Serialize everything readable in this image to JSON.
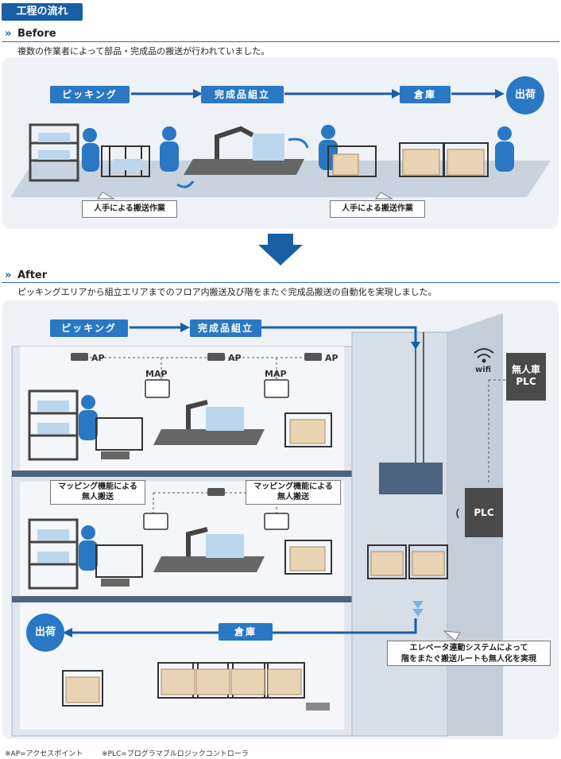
{
  "header": {
    "title": "工程の流れ"
  },
  "before": {
    "heading": "Before",
    "description": "複数の作業者によって部品・完成品の搬送が行われていました。",
    "flow": [
      "ピッキング",
      "完成品組立",
      "倉庫",
      "出荷"
    ],
    "callouts": [
      "人手による搬送作業",
      "人手による搬送作業"
    ]
  },
  "after": {
    "heading": "After",
    "description": "ピッキングエリアから組立エリアまでのフロア内搬送及び階をまたぐ完成品搬送の自動化を実現しました。",
    "flow_top": [
      "ピッキング",
      "完成品組立"
    ],
    "ap_labels": [
      "AP",
      "AP",
      "AP"
    ],
    "map_labels": [
      "MAP",
      "MAP"
    ],
    "callouts": [
      "マッピング機能による\n無人搬送",
      "マッピング機能による\n無人搬送"
    ],
    "wifi_label": "wifi",
    "agv_plc": "無人車\nPLC",
    "plc": "PLC",
    "bottom_flow": [
      "倉庫",
      "出荷"
    ],
    "elevator_callout": "エレベータ連動システムによって\n階をまたぐ搬送ルートも無人化を実現"
  },
  "footnotes": [
    "※AP=アクセスポイント",
    "※PLC=プログラマブルロジックコントローラ"
  ],
  "colors": {
    "accent": "#1a5ea6",
    "box": "#2a78c3",
    "panel": "#eef1f5",
    "floor": "#c9d3df",
    "plc": "#4a4a4a"
  }
}
